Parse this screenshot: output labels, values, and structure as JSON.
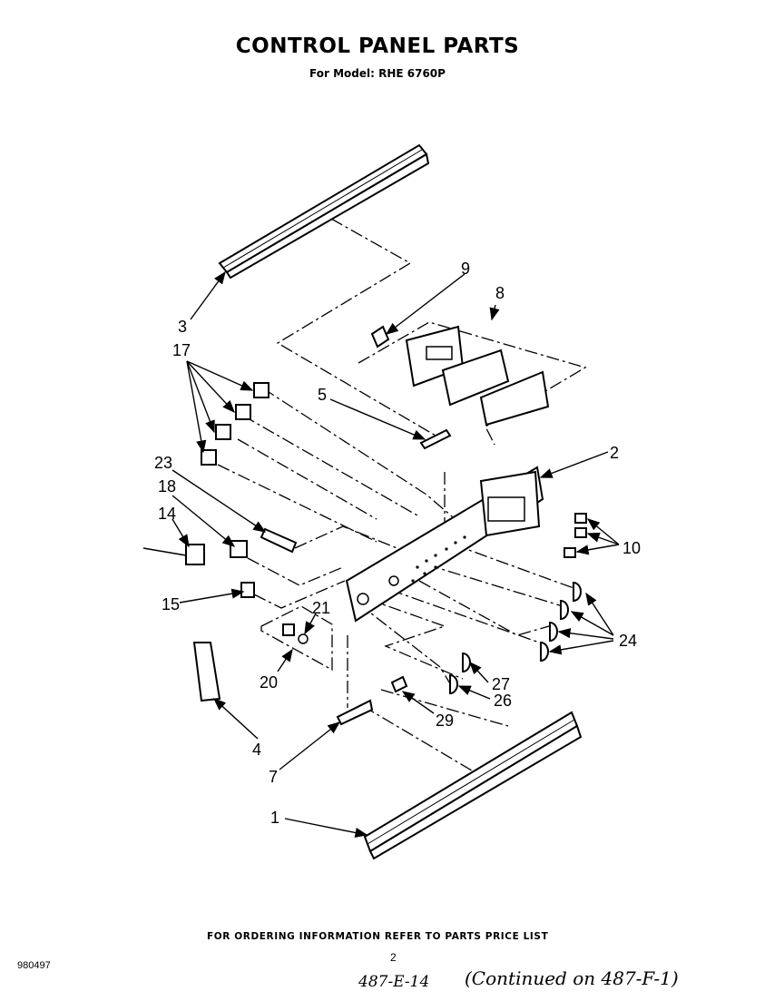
{
  "header": {
    "title": "CONTROL PANEL PARTS",
    "subtitle": "For Model: RHE 6760P"
  },
  "footer": {
    "ordering_note": "FOR ORDERING INFORMATION REFER TO PARTS PRICE LIST",
    "doc_number": "980497",
    "page_number": "2",
    "handwritten_ref": "487-E-14",
    "handwritten_continued": "(Continued on 487-F-1)"
  },
  "callouts": [
    "1",
    "2",
    "3",
    "4",
    "5",
    "7",
    "8",
    "9",
    "10",
    "14",
    "15",
    "17",
    "18",
    "20",
    "21",
    "23",
    "24",
    "26",
    "27",
    "29"
  ]
}
